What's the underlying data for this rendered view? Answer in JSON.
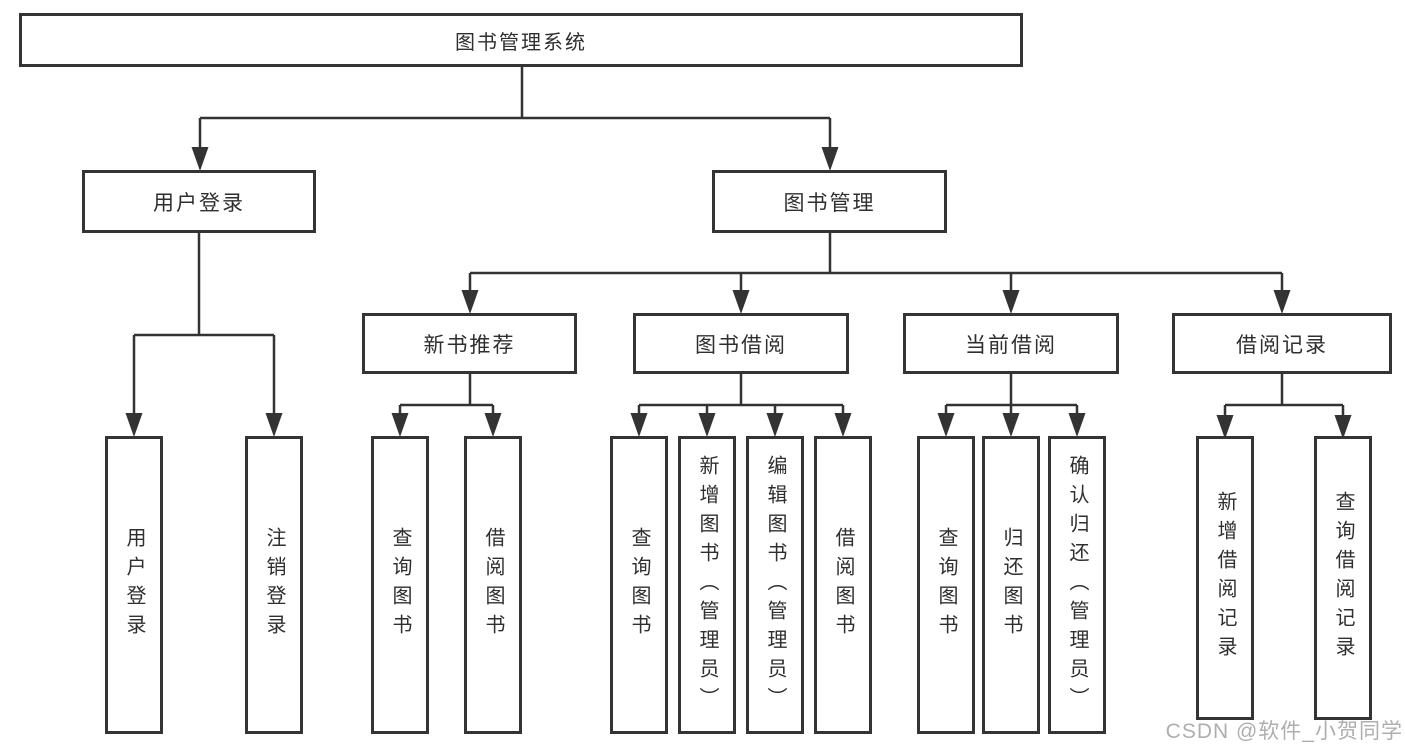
{
  "colors": {
    "background": "#ffffff",
    "line": "#333333",
    "box_border": "#343434",
    "text": "#2f2f2f",
    "watermark": "#a6a6a6"
  },
  "watermark": {
    "text": "CSDN @软件_小贺同学"
  },
  "system": {
    "label": "图书管理系统",
    "user_login": {
      "label": "用户登录",
      "children": {
        "login": "用户登录",
        "logout": "注销登录"
      }
    },
    "book_management": {
      "label": "图书管理",
      "new_book_recommend": {
        "label": "新书推荐",
        "children": {
          "query_book": "查询图书",
          "borrow_book": "借阅图书"
        }
      },
      "book_borrow": {
        "label": "图书借阅",
        "children": {
          "query_book": "查询图书",
          "add_book": "新增图书（管理员）",
          "edit_book": "编辑图书（管理员）",
          "borrow_book": "借阅图书"
        }
      },
      "current_borrow": {
        "label": "当前借阅",
        "children": {
          "query_book": "查询图书",
          "return_book": "归还图书",
          "confirm_return": "确认归还（管理员）"
        }
      },
      "borrow_records": {
        "label": "借阅记录",
        "children": {
          "add_record": "新增借阅记录",
          "query_record": "查询借阅记录"
        }
      }
    }
  }
}
